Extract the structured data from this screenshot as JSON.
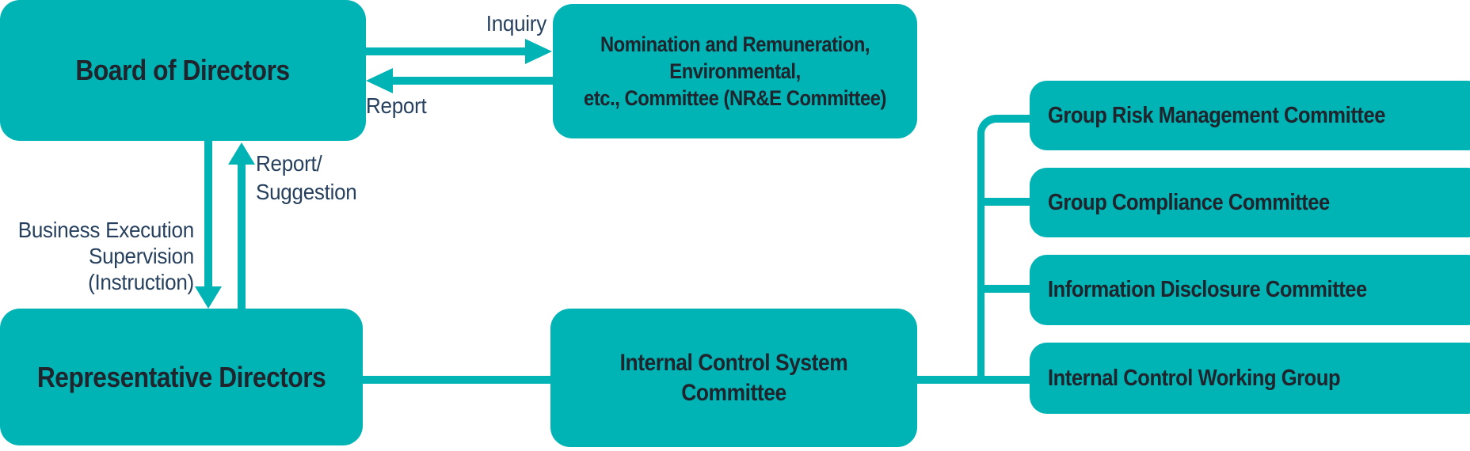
{
  "diagram": {
    "colors": {
      "teal": "#00b3b4",
      "box_text": "#20242c",
      "label_text": "#26405e"
    },
    "nodes": {
      "board": {
        "label": "Board of Directors"
      },
      "nre": {
        "line1": "Nomination and Remuneration,",
        "line2": "Environmental,",
        "line3": "etc., Committee (NR&E Committee)"
      },
      "representative": {
        "label": "Representative Directors"
      },
      "icsc": {
        "line1": "Internal Control System",
        "line2": "Committee"
      },
      "group_risk": {
        "label": "Group Risk Management Committee"
      },
      "group_compliance": {
        "label": "Group Compliance Committee"
      },
      "info_disclosure": {
        "label": "Information Disclosure Committee"
      },
      "internal_control_wg": {
        "label": "Internal Control Working Group"
      }
    },
    "edges": {
      "inquiry": "Inquiry",
      "report": "Report",
      "report_suggestion": {
        "line1": "Report/",
        "line2": "Suggestion"
      },
      "business_execution": {
        "line1": "Business Execution",
        "line2": "Supervision",
        "line3": "(Instruction)"
      }
    }
  }
}
